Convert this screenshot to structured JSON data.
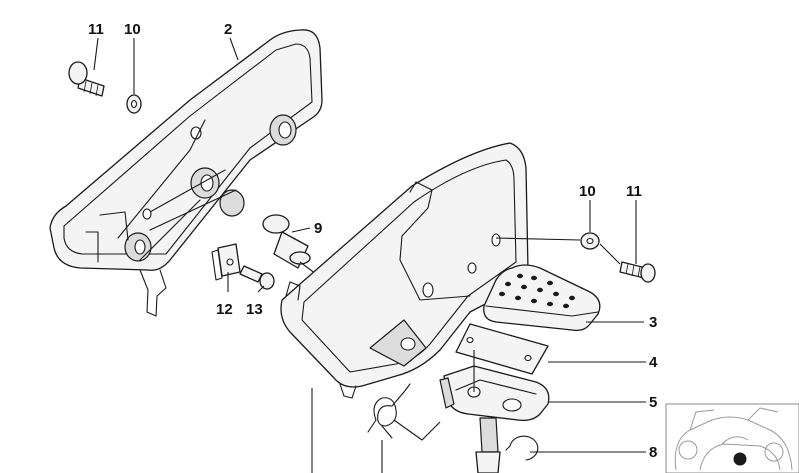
{
  "callouts": [
    {
      "id": "c11a",
      "text": "11"
    },
    {
      "id": "c10a",
      "text": "10"
    },
    {
      "id": "c2",
      "text": "2"
    },
    {
      "id": "c9",
      "text": "9"
    },
    {
      "id": "c12",
      "text": "12"
    },
    {
      "id": "c13",
      "text": "13"
    },
    {
      "id": "c10b",
      "text": "10"
    },
    {
      "id": "c11b",
      "text": "11"
    },
    {
      "id": "c3",
      "text": "3"
    },
    {
      "id": "c4",
      "text": "4"
    },
    {
      "id": "c5",
      "text": "5"
    },
    {
      "id": "c8",
      "text": "8"
    }
  ],
  "colors": {
    "line": "#1a1a1a",
    "fill": "#f4f4f4",
    "background": "#ffffff"
  }
}
